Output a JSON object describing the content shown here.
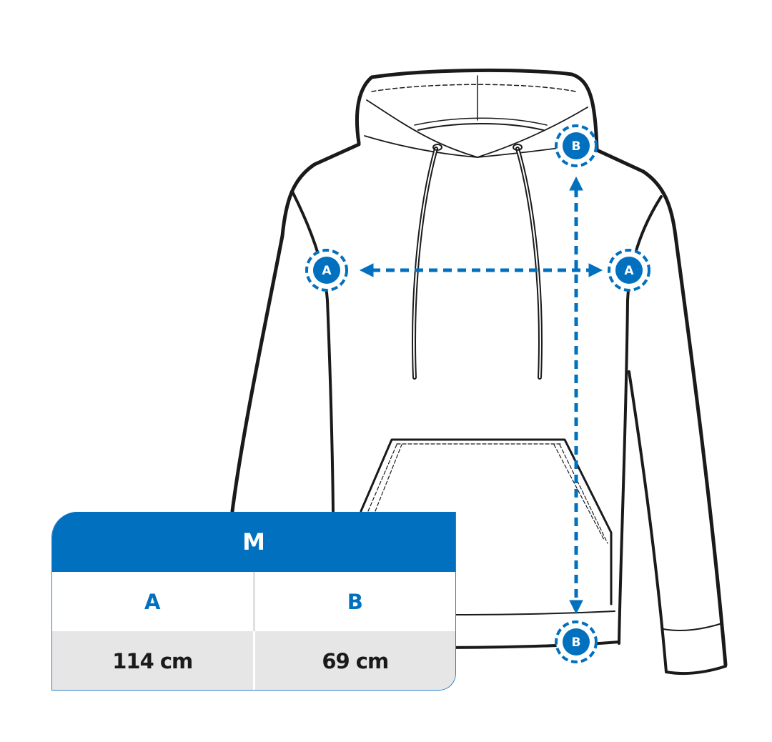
{
  "colors": {
    "accent": "#0070bf",
    "outline": "#1a1a1a",
    "row_bg": "#e6e6e6"
  },
  "markers": {
    "a": "A",
    "b": "B"
  },
  "table": {
    "size": "M",
    "headers": [
      "A",
      "B"
    ],
    "values": [
      "114 cm",
      "69 cm"
    ]
  }
}
